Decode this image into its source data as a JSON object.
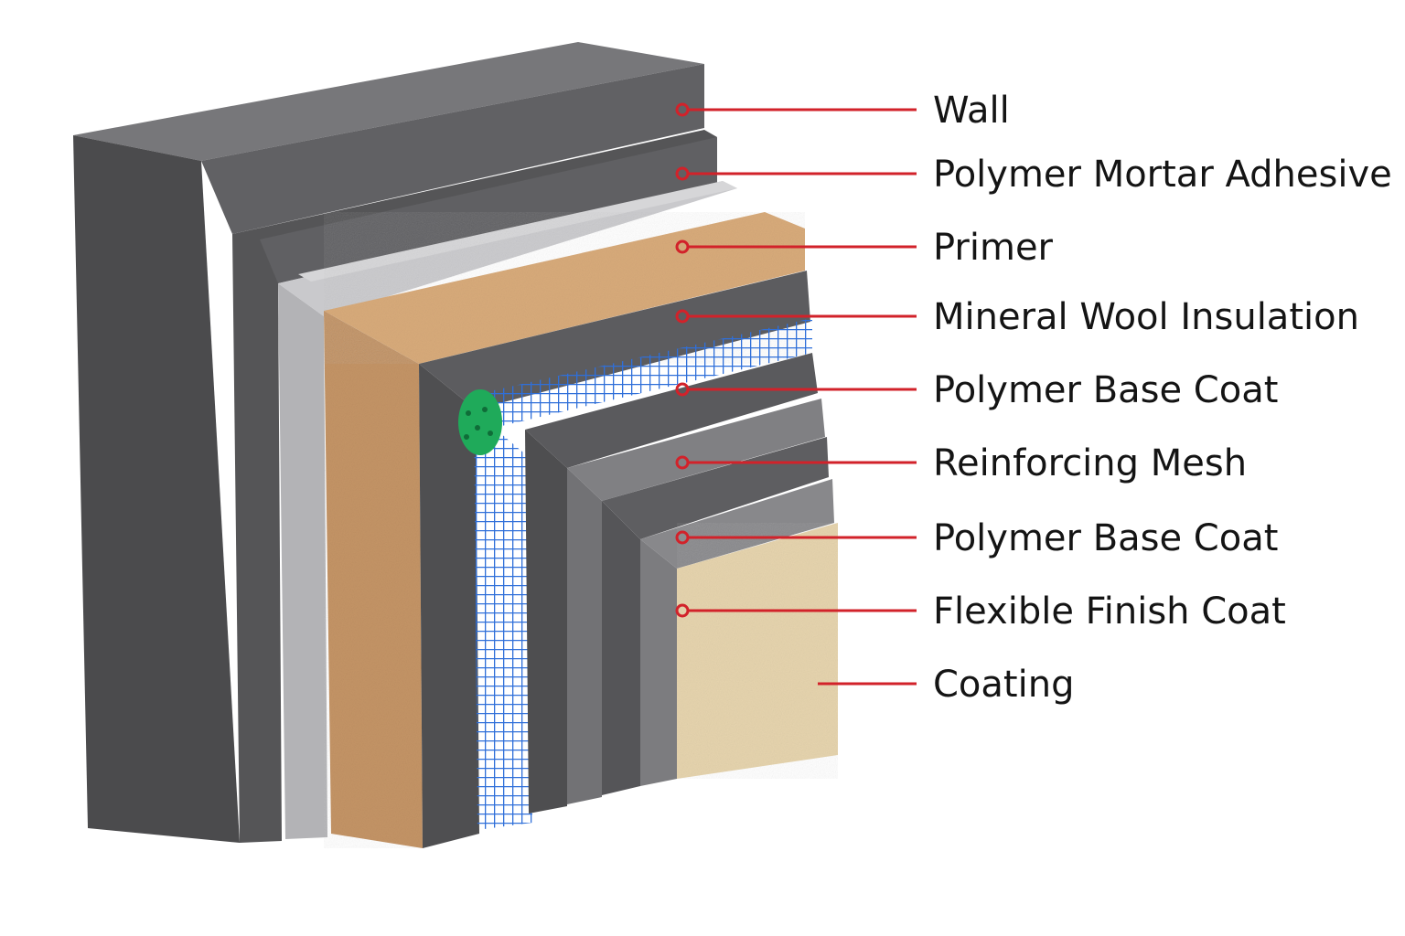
{
  "diagram": {
    "layers": [
      {
        "id": "wall",
        "label": "Wall",
        "color": "#5d5d5f"
      },
      {
        "id": "polymer-mortar-adhesive",
        "label": "Polymer Mortar Adhesive",
        "color": "#58585a"
      },
      {
        "id": "primer",
        "label": "Primer",
        "color": "#c4c4c6"
      },
      {
        "id": "mineral-wool-insulation",
        "label": "Mineral Wool Insulation",
        "color": "#d2a676"
      },
      {
        "id": "polymer-base-coat-1",
        "label": "Polymer Base Coat",
        "color": "#5a5a5c"
      },
      {
        "id": "reinforcing-mesh",
        "label": "Reinforcing Mesh",
        "color": "#2f6fd9"
      },
      {
        "id": "polymer-base-coat-2",
        "label": "Polymer Base Coat",
        "color": "#5a5a5c"
      },
      {
        "id": "flexible-finish-coat",
        "label": "Flexible Finish Coat",
        "color": "#7a7a7c"
      },
      {
        "id": "coating",
        "label": "Coating",
        "color": "#e6d4ae"
      }
    ],
    "callout_color": "#d2222a",
    "anchor_color": "#1faa5a"
  }
}
